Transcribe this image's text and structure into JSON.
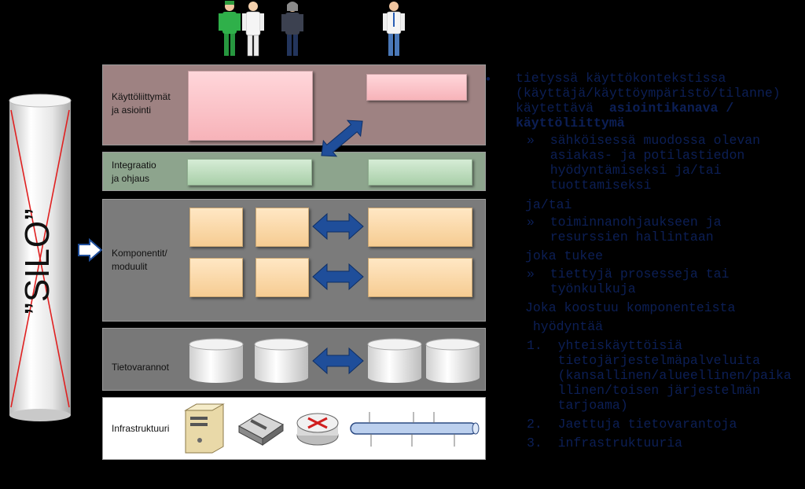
{
  "colors": {
    "background": "#000000",
    "ui_layer": "#9e8282",
    "integration_layer": "#8da48d",
    "component_layer": "#7b7b7b",
    "data_layer": "#787878",
    "infra_layer": "#ffffff",
    "text_blue": "#0c1f56",
    "arrow_blue": "#1f4e9a",
    "cross_red": "#e02020"
  },
  "silo_label": "”SILO”",
  "layers": {
    "ui": "Käyttöliittymät\nja asiointi",
    "integration": "Integraatio\nja ohjaus",
    "components": "Komponentit/\nmoduulit",
    "data": "Tietovarannot",
    "infra": "Infrastruktuuri"
  },
  "icons": {
    "people": [
      "doctor-person-icon",
      "nurse-person-icon",
      "businesswoman-person-icon",
      "businessman-person-icon"
    ],
    "infra": [
      "server-icon",
      "switch-icon",
      "router-icon",
      "network-bus-icon"
    ],
    "storage": "database-cylinder-icon",
    "arrows": "double-arrow-icon",
    "pointer": "right-arrow-icon"
  },
  "text": {
    "bullet": "•",
    "intro_line1": "tietyssä käyttökontekstissa",
    "intro_line2": "(käyttäjä/käyttöympäristö/tilanne)",
    "intro_line3_plain": "käytettävä  ",
    "intro_line3_bold": "asiointikanava /",
    "intro_line4_bold": "käyttöliittymä",
    "sub1": [
      "»  sähköisessä muodossa olevan",
      "   asiakas- ja potilastiedon",
      "   hyödyntämiseksi ja/tai",
      "   tuottamiseksi"
    ],
    "connector1": "ja/tai",
    "sub2": [
      "»  toiminnanohjaukseen ja",
      "   resurssien hallintaan"
    ],
    "connector2": "joka tukee",
    "sub3": [
      "»  tiettyjä prosesseja tai",
      "   työnkulkuja"
    ],
    "connector3": "Joka koostuu komponenteista",
    "connector4": " hyödyntää",
    "list": [
      [
        "1.  yhteiskäyttöisiä",
        "    tietojärjestelmäpalveluita",
        "    (kansallinen/alueellinen/paika",
        "    llinen/toisen järjestelmän",
        "    tarjoama)"
      ],
      [
        "2.  Jaettuja tietovarantoja"
      ],
      [
        "3.  infrastruktuuria"
      ]
    ]
  }
}
